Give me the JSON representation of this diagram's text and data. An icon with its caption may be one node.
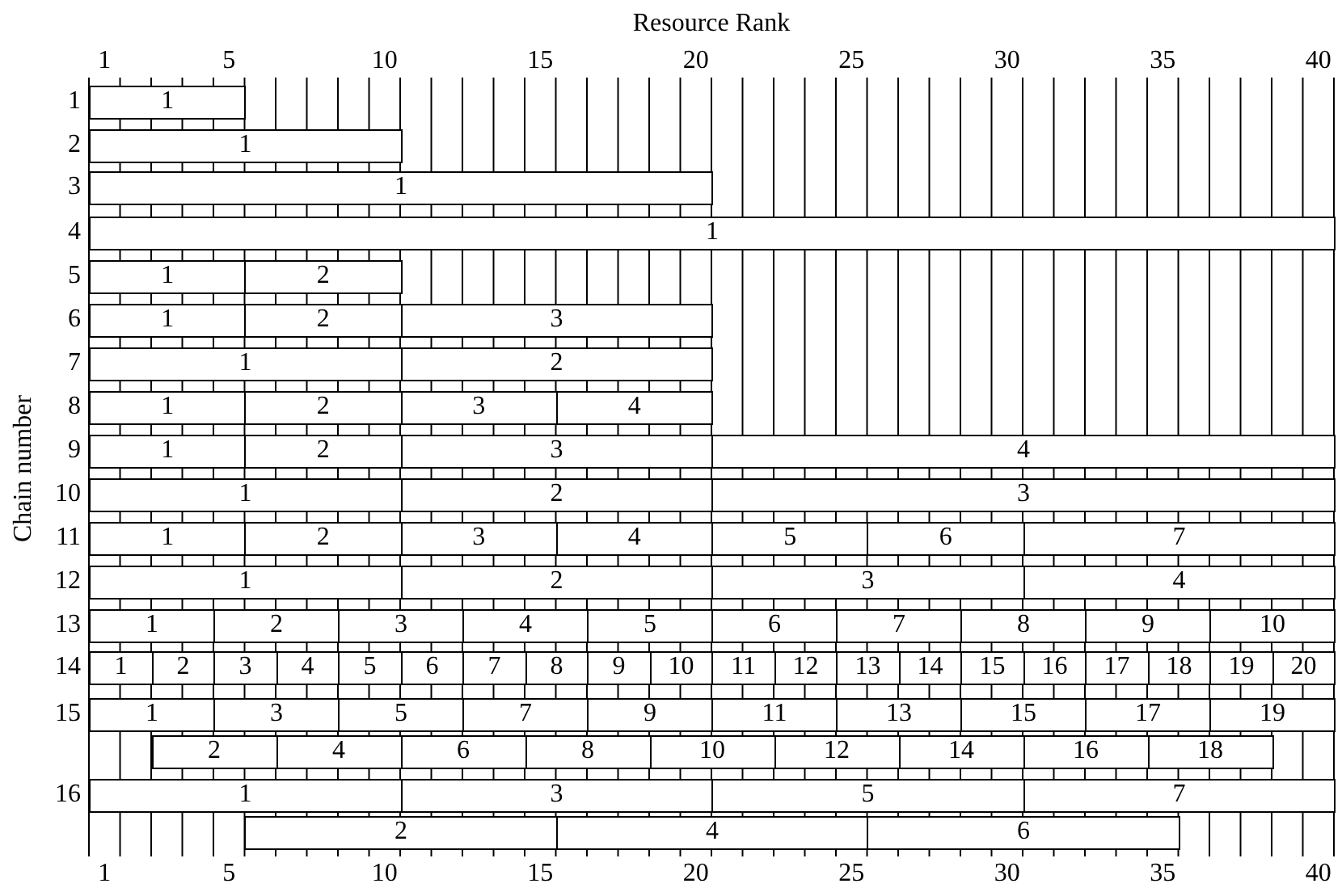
{
  "diagram": {
    "nodes": [
      {
        "text": [
          "1"
        ]
      },
      {
        "text": [
          "1"
        ]
      },
      {
        "text": [
          "1"
        ]
      },
      {
        "text": [
          "1"
        ]
      },
      {
        "text": [
          "1"
        ]
      },
      {
        "text": [
          "2"
        ]
      },
      {
        "text": [
          "1"
        ]
      },
      {
        "text": [
          "2"
        ]
      },
      {
        "text": [
          "3"
        ]
      },
      {
        "text": [
          "1"
        ]
      },
      {
        "text": [
          "2"
        ]
      },
      {
        "text": [
          "1"
        ]
      },
      {
        "text": [
          "2"
        ]
      },
      {
        "text": [
          "3"
        ]
      },
      {
        "text": [
          "4"
        ]
      },
      {
        "text": [
          "1"
        ]
      },
      {
        "text": [
          "2"
        ]
      },
      {
        "text": [
          "3"
        ]
      },
      {
        "text": [
          "4"
        ]
      },
      {
        "text": [
          "1"
        ]
      },
      {
        "text": [
          "2"
        ]
      },
      {
        "text": [
          "3"
        ]
      },
      {
        "text": [
          "1"
        ]
      },
      {
        "text": [
          "2"
        ]
      },
      {
        "text": [
          "3"
        ]
      },
      {
        "text": [
          "4"
        ]
      },
      {
        "text": [
          "5"
        ]
      },
      {
        "text": [
          "6"
        ]
      },
      {
        "text": [
          "7"
        ]
      },
      {
        "text": [
          "1"
        ]
      },
      {
        "text": [
          "2"
        ]
      },
      {
        "text": [
          "3"
        ]
      },
      {
        "text": [
          "4"
        ]
      },
      {
        "text": [
          "1"
        ]
      },
      {
        "text": [
          "2"
        ]
      },
      {
        "text": [
          "3"
        ]
      },
      {
        "text": [
          "4"
        ]
      },
      {
        "text": [
          "5"
        ]
      },
      {
        "text": [
          "6"
        ]
      },
      {
        "text": [
          "7"
        ]
      },
      {
        "text": [
          "8"
        ]
      },
      {
        "text": [
          "9"
        ]
      },
      {
        "text": [
          "10"
        ]
      },
      {
        "text": [
          "1"
        ]
      },
      {
        "text": [
          "2"
        ]
      },
      {
        "text": [
          "3"
        ]
      },
      {
        "text": [
          "4"
        ]
      },
      {
        "text": [
          "5"
        ]
      },
      {
        "text": [
          "6"
        ]
      },
      {
        "text": [
          "7"
        ]
      },
      {
        "text": [
          "8"
        ]
      },
      {
        "text": [
          "9"
        ]
      },
      {
        "text": [
          "10"
        ]
      },
      {
        "text": [
          "11"
        ]
      },
      {
        "text": [
          "12"
        ]
      },
      {
        "text": [
          "13"
        ]
      },
      {
        "text": [
          "14"
        ]
      },
      {
        "text": [
          "15"
        ]
      },
      {
        "text": [
          "16"
        ]
      },
      {
        "text": [
          "17"
        ]
      },
      {
        "text": [
          "18"
        ]
      },
      {
        "text": [
          "19"
        ]
      },
      {
        "text": [
          "20"
        ]
      },
      {
        "text": [
          "1"
        ]
      },
      {
        "text": [
          "3"
        ]
      },
      {
        "text": [
          "5"
        ]
      },
      {
        "text": [
          "7"
        ]
      },
      {
        "text": [
          "9"
        ]
      },
      {
        "text": [
          "11"
        ]
      },
      {
        "text": [
          "13"
        ]
      },
      {
        "text": [
          "15"
        ]
      },
      {
        "text": [
          "17"
        ]
      },
      {
        "text": [
          "19"
        ]
      },
      {
        "text": [
          "2"
        ]
      },
      {
        "text": [
          "4"
        ]
      },
      {
        "text": [
          "6"
        ]
      },
      {
        "text": [
          "8"
        ]
      },
      {
        "text": [
          "10"
        ]
      },
      {
        "text": [
          "12"
        ]
      },
      {
        "text": [
          "14"
        ]
      },
      {
        "text": [
          "16"
        ]
      },
      {
        "text": [
          "18"
        ]
      },
      {
        "text": [
          "1"
        ]
      },
      {
        "text": [
          "3"
        ]
      },
      {
        "text": [
          "5"
        ]
      },
      {
        "text": [
          "7"
        ]
      },
      {
        "text": [
          "2"
        ]
      },
      {
        "text": [
          "4"
        ]
      },
      {
        "text": [
          "6"
        ]
      }
    ],
    "labels": [
      "Resource Rank",
      "1",
      "5",
      "10",
      "15",
      "20",
      "25",
      "30",
      "35",
      "40",
      "Chain number",
      "1",
      "2",
      "3",
      "4",
      "5",
      "6",
      "7",
      "8",
      "9",
      "10",
      "11",
      "12",
      "13",
      "14",
      "15",
      "16",
      "1",
      "5",
      "10",
      "15",
      "20",
      "25",
      "30",
      "35",
      "40"
    ]
  }
}
